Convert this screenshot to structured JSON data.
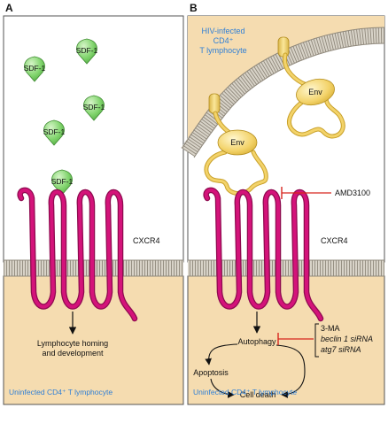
{
  "panels": {
    "a": {
      "letter": "A",
      "ligand_label": "SDF-1",
      "receptor_label": "CXCR4",
      "outcome_line1": "Lymphocyte homing",
      "outcome_line2": "and development",
      "cell_label": "Uninfected CD4⁺ T lymphocyte"
    },
    "b": {
      "letter": "B",
      "infected_cell_line1": "HIV-infected",
      "infected_cell_line2": "CD4⁺",
      "infected_cell_line3": "T lymphocyte",
      "env_label": "Env",
      "inhibitor_label": "AMD3100",
      "receptor_label": "CXCR4",
      "autophagy_label": "Autophagy",
      "apoptosis_label": "Apoptosis",
      "cell_death_label": "Cell death",
      "autophagy_inhibitors": [
        "3-MA",
        "beclin 1 siRNA",
        "atg7 siRNA"
      ],
      "cell_label": "Uninfected CD4⁺ T lymphocyte"
    }
  },
  "colors": {
    "cytoplasm": "#f5dcb0",
    "membrane": "#b8b1a3",
    "receptor": "#d4137a",
    "env": "#f3d36a",
    "sdf1": "#7fd36b",
    "inhibitor": "#d7261e",
    "cell_label_text": "#2f7fd6"
  }
}
